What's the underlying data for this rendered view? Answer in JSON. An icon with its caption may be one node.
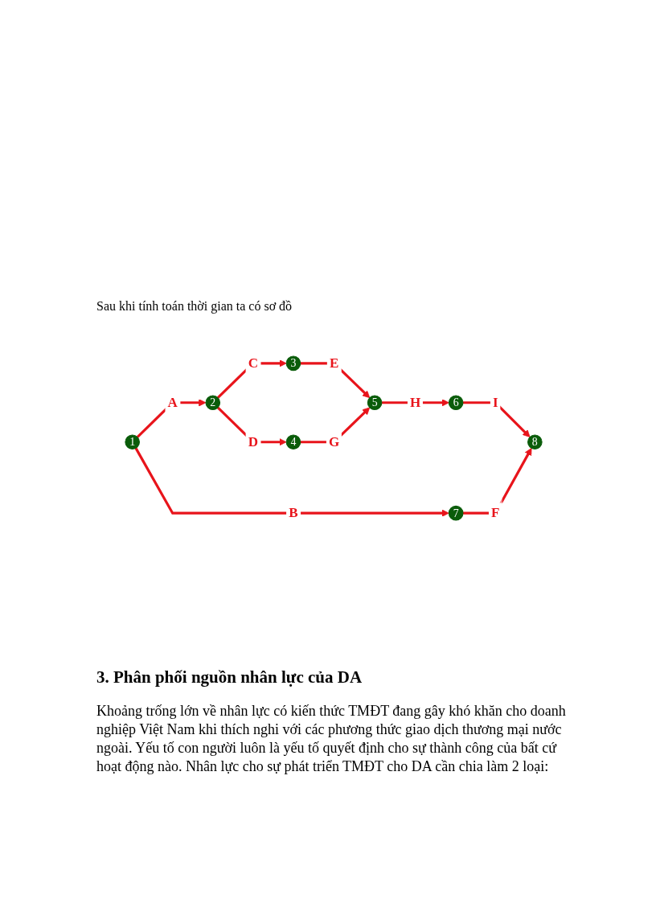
{
  "diagram": {
    "nodes": [
      {
        "text": [
          "1"
        ]
      },
      {
        "text": [
          "2"
        ]
      },
      {
        "text": [
          "3"
        ]
      },
      {
        "text": [
          "4"
        ]
      },
      {
        "text": [
          "5"
        ]
      },
      {
        "text": [
          "6"
        ]
      },
      {
        "text": [
          "7"
        ]
      },
      {
        "text": [
          "8"
        ]
      }
    ],
    "edges": [
      {
        "from": 0,
        "to": 1,
        "arrow": "to",
        "label": "A"
      },
      {
        "from": 0,
        "to": 6,
        "arrow": "to",
        "label": "B"
      },
      {
        "from": 1,
        "to": 2,
        "arrow": "to",
        "label": "C"
      },
      {
        "from": 1,
        "to": 3,
        "arrow": "to",
        "label": "D"
      },
      {
        "from": 2,
        "to": 4,
        "arrow": "to",
        "label": "E"
      },
      {
        "from": 3,
        "to": 4,
        "arrow": "to",
        "label": "G"
      },
      {
        "from": 4,
        "to": 5,
        "arrow": "to",
        "label": "H"
      },
      {
        "from": 5,
        "to": 7,
        "arrow": "to",
        "label": "I"
      },
      {
        "from": 6,
        "to": 7,
        "arrow": "to",
        "label": "F"
      }
    ],
    "labels": [
      "Sau khi tính toán thời gian ta có sơ đồ",
      "3. Phân phối nguồn nhân lực của DA",
      "Khoảng trống lớn về nhân lực có kiến thức TMĐT đang gây khó khăn cho doanh nghiệp Việt Nam khi thích nghi với các phương thức giao dịch thương mại nước ngoài. Yếu tố con người luôn là yếu tố quyết định cho sự thành công của bất cứ hoạt động nào. Nhân lực cho sự phát triển TMĐT cho DA cần chia làm 2 loại:"
    ]
  }
}
